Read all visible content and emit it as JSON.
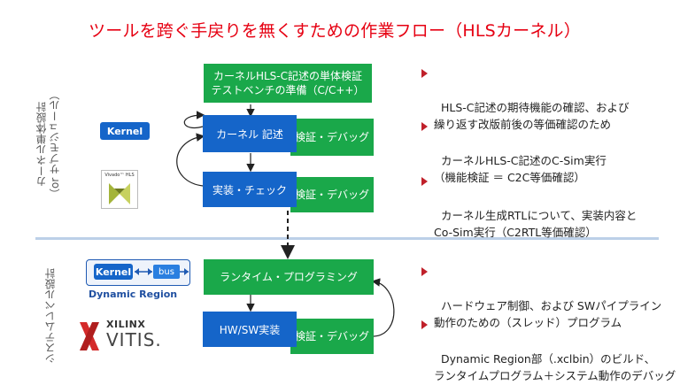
{
  "title": "ツールを跨ぐ手戻りを無くすための作業フロー（HLSカーネル）",
  "side_labels": {
    "top": "カーネル単体設計\n（or サブモジュール）",
    "bottom": "システムレベル設計"
  },
  "boxes": {
    "testbench": "カーネルHLS-C記述の単体検証\nテストベンチの準備（C/C++）",
    "kernel_write": "カーネル 記述",
    "verify1": "検証・デバッグ",
    "impl_check": "実装・チェック",
    "verify2": "検証・デバッグ",
    "runtime": "ランタイム・プログラミング",
    "hwsw": "HW/SW実装",
    "verify3": "検証・デバッグ"
  },
  "logos": {
    "kernel_badge": "Kernel",
    "vivado_hls": "Vivado™ HLS",
    "dynamic_kernel": "Kernel",
    "dynamic_bus": "bus",
    "dynamic_region": "Dynamic Region",
    "xilinx": "XILINX",
    "vitis": "VITIS."
  },
  "bullets": [
    "HLS-C記述の期待機能の確認、および\n繰り返す改版前後の等価確認のため",
    "カーネルHLS-C記述のC-Sim実行\n（機能検証 ＝ C2C等価確認）",
    "カーネル生成RTLについて、実装内容と\nCo-Sim実行（C2RTL等価確認）",
    "ハードウェア制御、および SWパイプライン\n動作のための（スレッド）プログラム",
    "Dynamic Region部（.xclbin）のビルド、\nランタイムプログラム＋システム動作のデバッグ"
  ],
  "colors": {
    "title_red": "#e60012",
    "box_green": "#1aa84a",
    "box_blue": "#1565c9",
    "bullet_red": "#c0202a",
    "divider": "#bcd0e8"
  }
}
